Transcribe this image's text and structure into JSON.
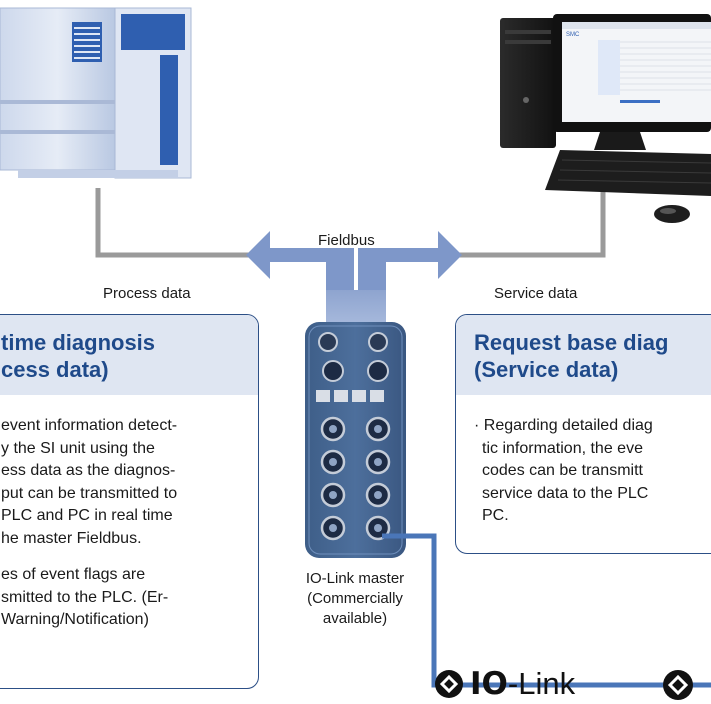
{
  "labels": {
    "fieldbus": "Fieldbus",
    "process_data": "Process data",
    "service_data": "Service data",
    "io_master_line1": "IO-Link master",
    "io_master_line2": "(Commercially",
    "io_master_line3": "available)"
  },
  "left_box": {
    "title_line1": "time diagnosis",
    "title_line2": "cess data)",
    "para1": [
      "event information detect-",
      "y the SI unit using the",
      "ess data as the diagnos-",
      "put can be transmitted to",
      "PLC and PC in real time",
      "he master Fieldbus."
    ],
    "para2": [
      "es of event flags are",
      "smitted to the PLC. (Er-",
      "Warning/Notification)"
    ]
  },
  "right_box": {
    "title_line1": "Request base diag",
    "title_line2": "(Service data)",
    "para1": [
      "· Regarding detailed diag",
      "tic information, the eve",
      "codes can be transmitt",
      "service data to the PLC",
      "PC."
    ]
  },
  "logo": {
    "bold_part": "IO",
    "rest": "-Link"
  },
  "colors": {
    "arrow_blue": "#7e97c9",
    "line_gray": "#9a9a9a",
    "io_link_line": "#4a76b8",
    "box_border": "#2c4f86",
    "box_header_bg": "#dfe6f2",
    "title_blue": "#1f4a8a"
  }
}
